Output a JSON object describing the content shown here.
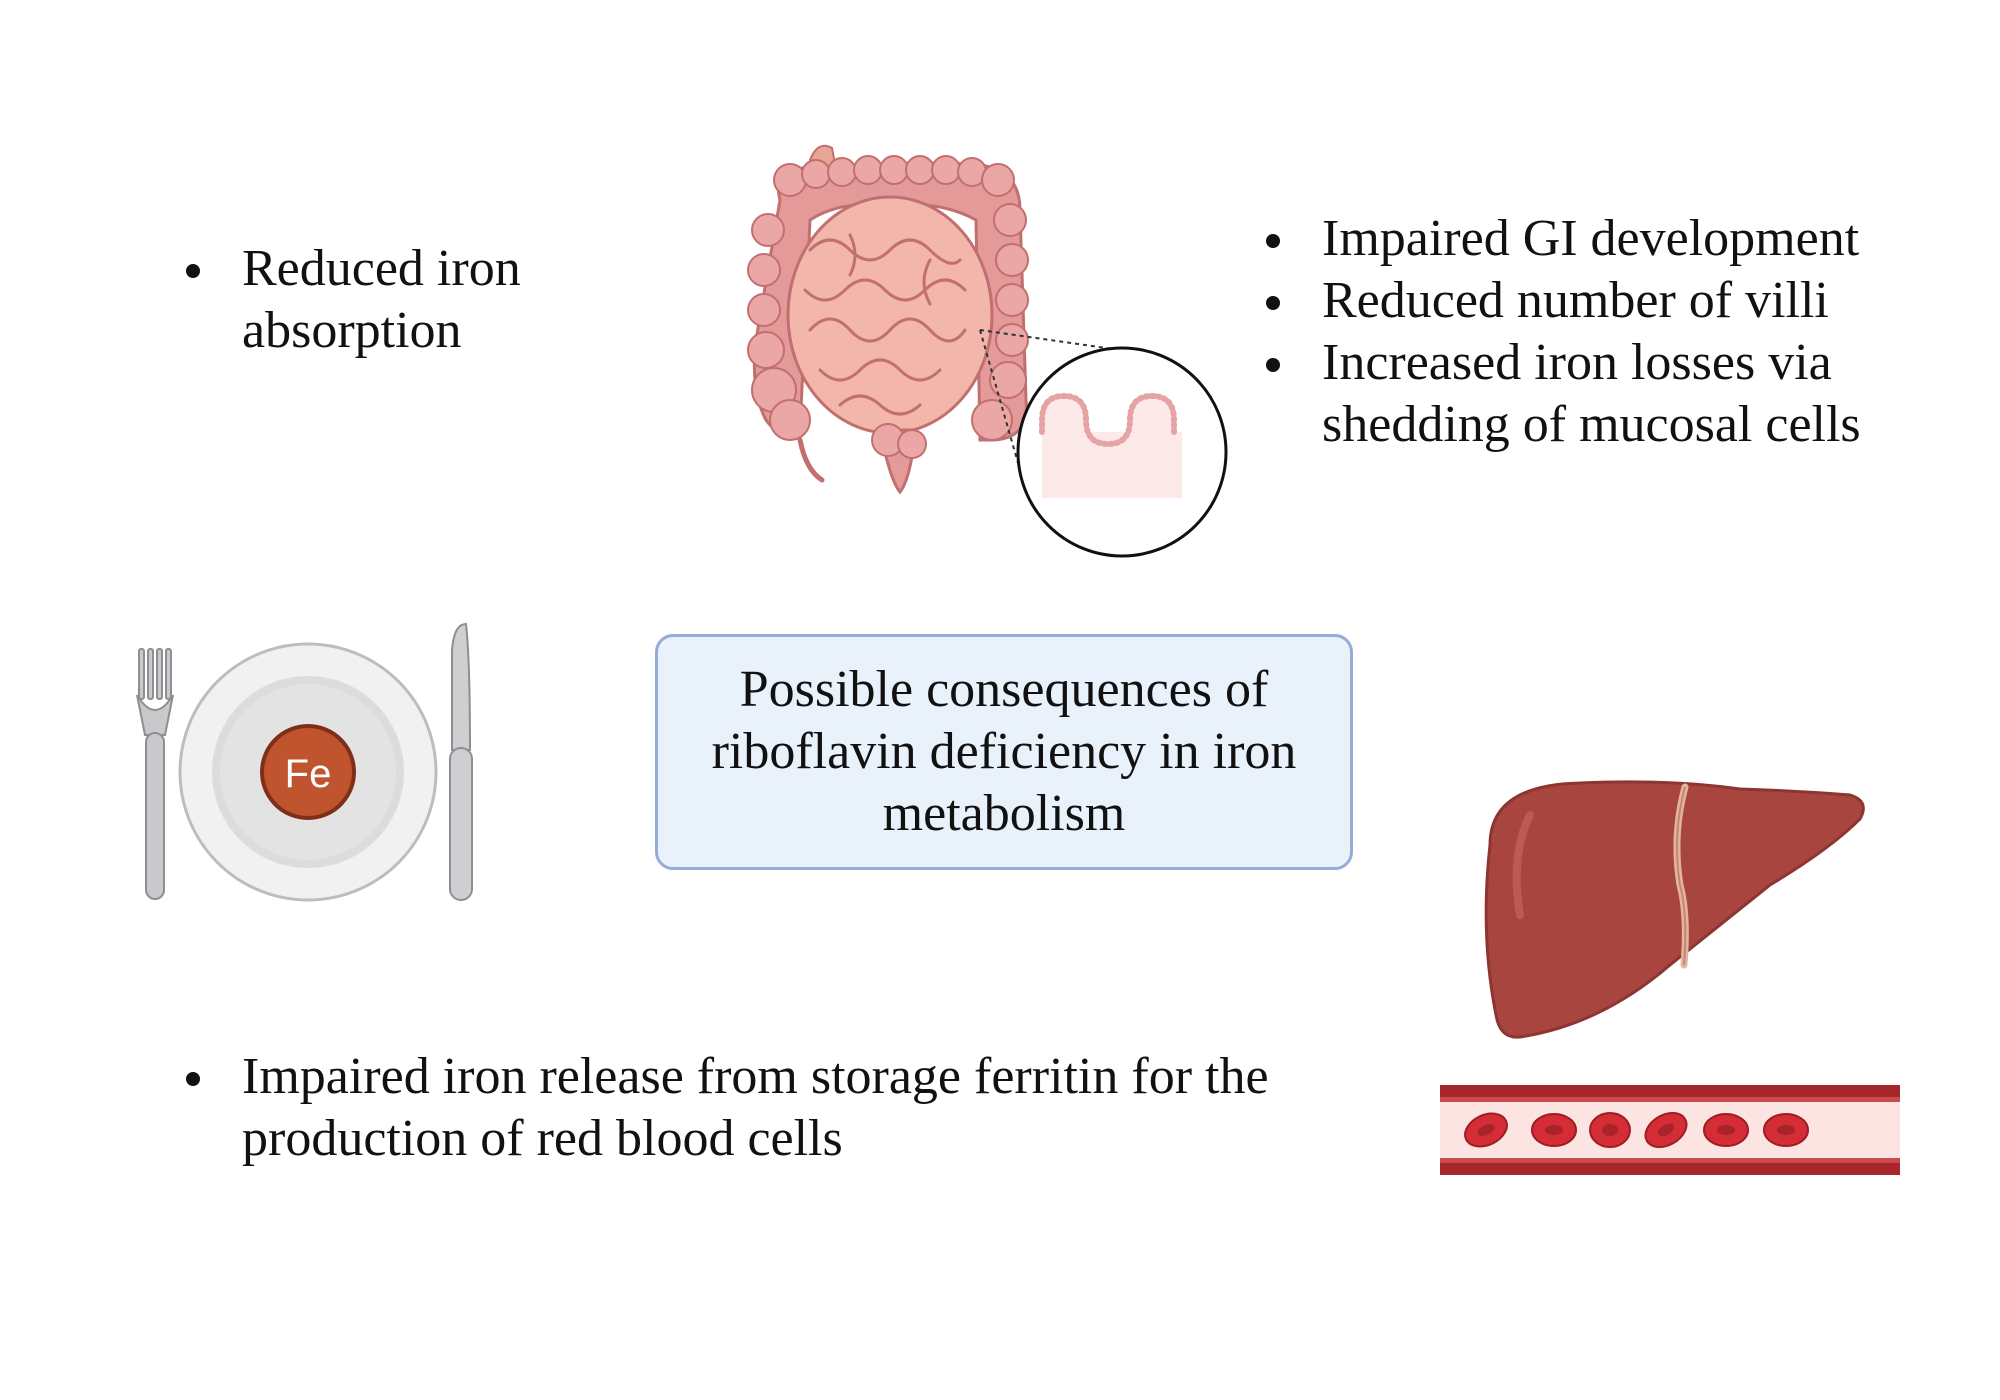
{
  "center_label": "Possible consequences of riboflavin deficiency in iron metabolism",
  "left_bullets": [
    "Reduced iron absorption"
  ],
  "right_bullets": [
    "Impaired GI development",
    "Reduced number of villi",
    "Increased iron losses via shedding of mucosal cells"
  ],
  "bottom_bullets": [
    "Impaired iron release from storage ferritin for the production of red blood cells"
  ],
  "plate": {
    "label": "Fe"
  },
  "icons": [
    "intestine-icon",
    "villi-magnifier-icon",
    "plate-icon",
    "fork-icon",
    "knife-icon",
    "liver-icon",
    "blood-vessel-icon",
    "red-blood-cell-icon"
  ],
  "colors": {
    "intestine": "#e39a98",
    "intestine_outline": "#c26f70",
    "liver": "#a9453f",
    "liver_dark": "#8c3531",
    "iron_disc": "#c0542f",
    "vessel": "#a6262a",
    "vessel_inner": "#fbe4e2",
    "rbc": "#d42d35",
    "box_fill": "#e9f1fb",
    "box_border": "#93add6"
  }
}
